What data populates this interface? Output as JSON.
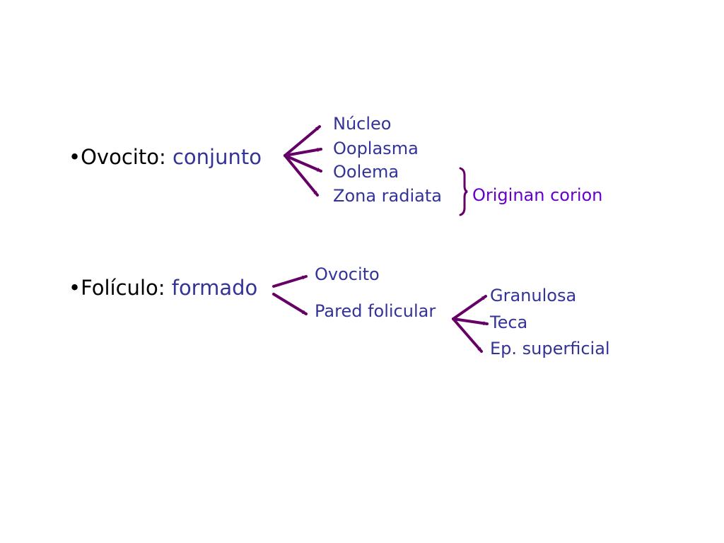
{
  "colors": {
    "heading_text": "#000000",
    "keyword_text": "#333399",
    "item_text": "#333399",
    "note_text": "#6600cc",
    "arrow": "#660066"
  },
  "ovocito": {
    "bullet": "•",
    "label": "Ovocito:",
    "keyword": "conjunto",
    "children": [
      "Núcleo",
      "Ooplasma",
      "Oolema",
      "Zona radiata"
    ],
    "bracket_note": "Originan corion"
  },
  "foliculo": {
    "bullet": "•",
    "label": "Folículo:",
    "keyword": "formado",
    "children": [
      "Ovocito",
      "Pared folicular"
    ],
    "pared_children": [
      "Granulosa",
      "Teca",
      "Ep. superficial"
    ]
  }
}
